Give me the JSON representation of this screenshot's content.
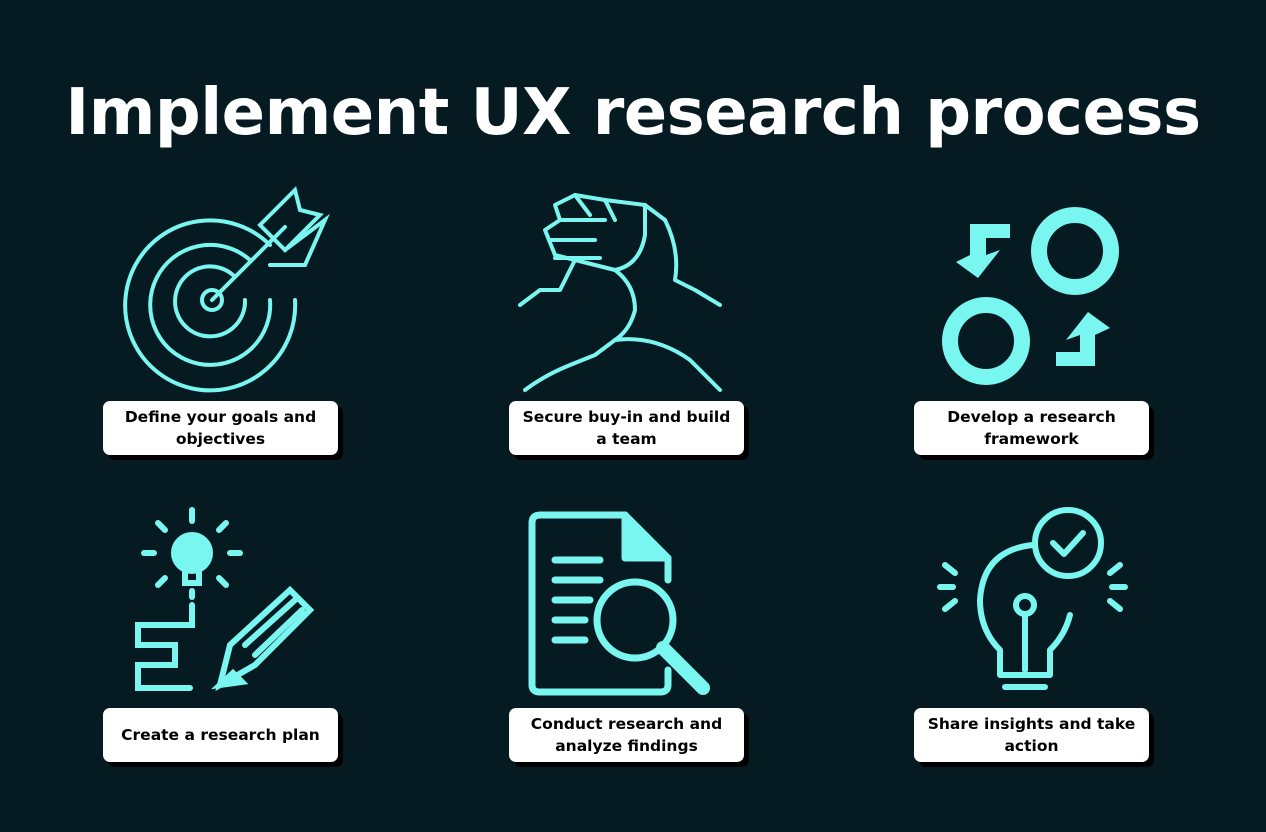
{
  "title": "Implement UX research process",
  "colors": {
    "background": "#061a21",
    "accent": "#7af6f0",
    "label_bg": "#ffffff"
  },
  "steps": [
    {
      "label": "Define your goals and objectives",
      "icon": "target-arrow-icon"
    },
    {
      "label": "Secure buy-in and build a team",
      "icon": "handshake-icon"
    },
    {
      "label": "Develop a research framework",
      "icon": "cycle-arrows-icon"
    },
    {
      "label": "Create a research plan",
      "icon": "lightbulb-pencil-icon"
    },
    {
      "label": "Conduct research and analyze findings",
      "icon": "document-search-icon"
    },
    {
      "label": "Share insights and take action",
      "icon": "lightbulb-check-icon"
    }
  ]
}
